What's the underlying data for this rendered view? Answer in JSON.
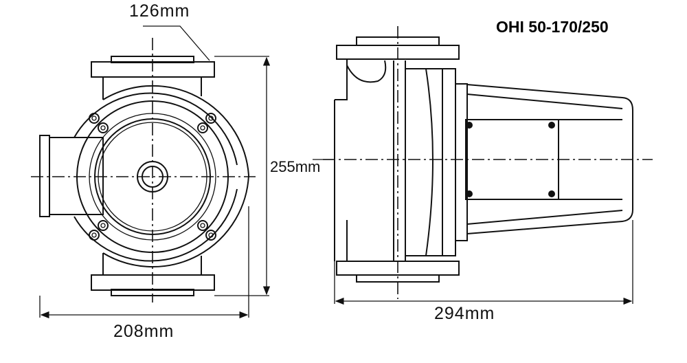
{
  "title": "OHI 50-170/250",
  "dimensions": {
    "flange_offset": "126mm",
    "height": "255mm",
    "width_front": "208mm",
    "length_side": "294mm"
  }
}
